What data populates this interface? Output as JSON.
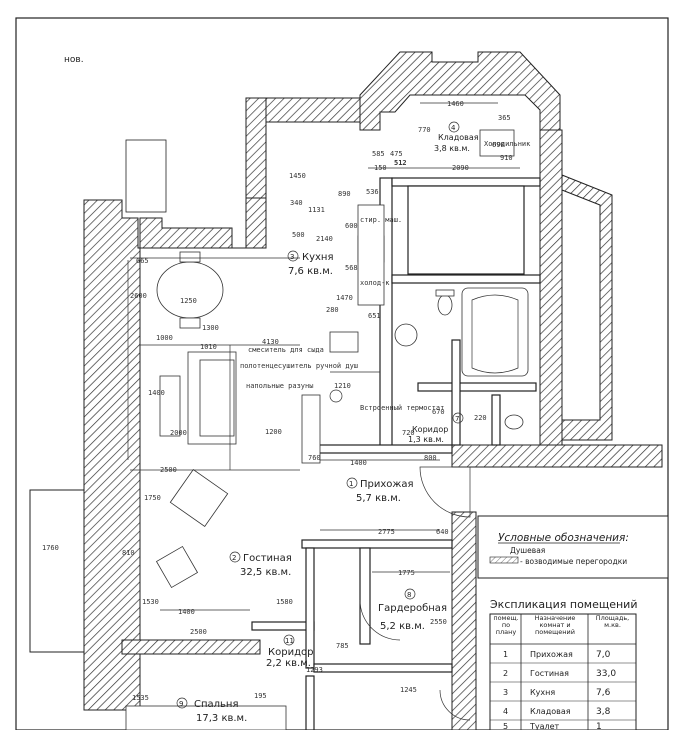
{
  "corner_note": "нов.",
  "rooms": {
    "prikhozhaya": {
      "num": "1",
      "name": "Прихожая",
      "area": "5,7 кв.м."
    },
    "gostinaya": {
      "num": "2",
      "name": "Гостиная",
      "area": "32,5 кв.м."
    },
    "kukhnya": {
      "num": "3",
      "name": "Кухня",
      "area": "7,6 кв.м."
    },
    "kladovaya": {
      "num": "4",
      "name": "Кладовая",
      "area": "3,8 кв.м."
    },
    "koridor_top": {
      "num": "7",
      "name": "Коридор",
      "area": "1,3 кв.м."
    },
    "garderobnaya": {
      "num": "8",
      "name": "Гардеробная",
      "area": "5,2 кв.м."
    },
    "spalnya": {
      "num": "9",
      "name": "Спальня",
      "area": "17,3 кв.м."
    },
    "koridor_bottom": {
      "num": "11",
      "name": "Коридор",
      "area": "2,2 кв.м."
    }
  },
  "notes": {
    "smesitel": "смеситель для сыда",
    "polotentse": "полотенцесушитель ручной душ",
    "napolnye": "напольные разуны",
    "termostat": "Встроенный термостат",
    "stir_mash": "стир. маш.",
    "holodilnik": "холод-к",
    "kladovaya_shelf": "Холодильник"
  },
  "dims": {
    "d1460": "1460",
    "d365": "365",
    "d770": "770",
    "d690": "690",
    "d910": "910",
    "d585": "585",
    "d475": "475",
    "d512": "512",
    "d2090": "2090",
    "d150": "150",
    "d1450": "1450",
    "d340": "340",
    "d1131": "1131",
    "d890": "890",
    "d536": "536",
    "d2140": "2140",
    "d500": "500",
    "d600": "600",
    "d568": "568",
    "d665": "665",
    "d2600": "2600",
    "d1250": "1250",
    "d1300": "1300",
    "d1000": "1000",
    "d4130": "4130",
    "d1010": "1010",
    "d1400": "1400",
    "d1200": "1200",
    "d2000": "2000",
    "d1210": "1210",
    "d1470": "1470",
    "d651": "651",
    "d280": "280",
    "d670": "670",
    "d220": "220",
    "d720": "720",
    "d2500": "2500",
    "d1400b": "1400",
    "d800": "800",
    "d760": "760",
    "d1750": "1750",
    "d1760": "1760",
    "d810": "810",
    "d1530": "1530",
    "d2775": "2775",
    "d640": "640",
    "d1775": "1775",
    "d1580": "1580",
    "d2550": "2550",
    "d2500b": "2500",
    "d785": "785",
    "d195": "195",
    "d1245": "1245",
    "d1293": "1293",
    "d1535": "1535",
    "d1400c": "1400"
  },
  "legend": {
    "title": "Условные обозначения:",
    "items": [
      {
        "label": "Душевая"
      },
      {
        "label": "- возводимые перегородки"
      }
    ]
  },
  "explication": {
    "title": "Экспликация помещений",
    "headers": [
      "помещ. по плану",
      "Назначение комнат и помещений",
      "Площадь, м.кв."
    ],
    "rows": [
      {
        "num": "1",
        "name": "Прихожая",
        "area": "7,0"
      },
      {
        "num": "2",
        "name": "Гостиная",
        "area": "33,0"
      },
      {
        "num": "3",
        "name": "Кухня",
        "area": "7,6"
      },
      {
        "num": "4",
        "name": "Кладовая",
        "area": "3,8"
      },
      {
        "num": "5",
        "name": "Туалет",
        "area": "1"
      }
    ]
  }
}
